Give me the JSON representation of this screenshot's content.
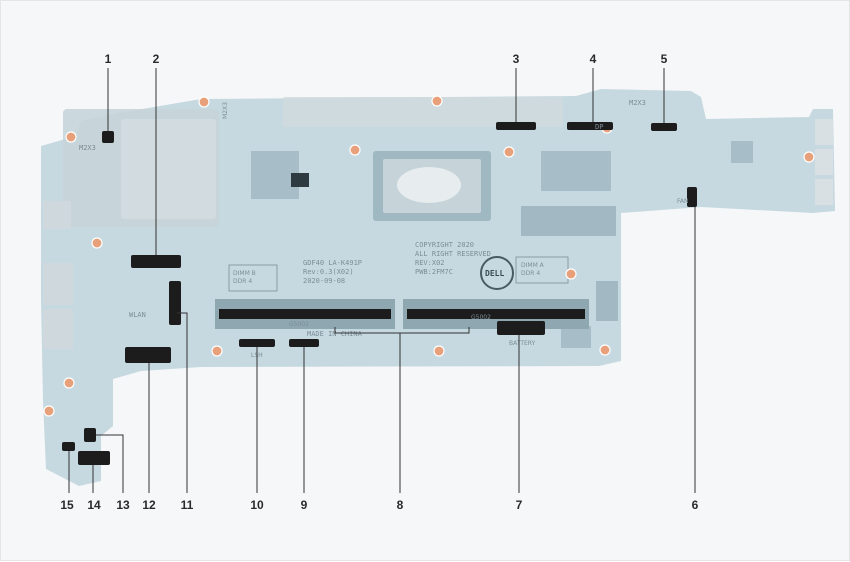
{
  "callouts": [
    {
      "id": 1,
      "label": "1"
    },
    {
      "id": 2,
      "label": "2"
    },
    {
      "id": 3,
      "label": "3"
    },
    {
      "id": 4,
      "label": "4"
    },
    {
      "id": 5,
      "label": "5"
    },
    {
      "id": 6,
      "label": "6"
    },
    {
      "id": 7,
      "label": "7"
    },
    {
      "id": 8,
      "label": "8"
    },
    {
      "id": 9,
      "label": "9"
    },
    {
      "id": 10,
      "label": "10"
    },
    {
      "id": 11,
      "label": "11"
    },
    {
      "id": 12,
      "label": "12"
    },
    {
      "id": 13,
      "label": "13"
    },
    {
      "id": 14,
      "label": "14"
    },
    {
      "id": 15,
      "label": "15"
    }
  ],
  "board": {
    "model_line1": "GDF40 LA-K491P",
    "model_line2": "Rev:0.3(X02)",
    "model_line3": "2020-09-08",
    "made_in": "MADE IN CHINA",
    "copyright_line1": "COPYRIGHT 2020",
    "copyright_line2": "ALL RIGHT RESERVED",
    "copyright_line3": "REV:X02",
    "copyright_line4": "PWB:2FM7C",
    "screw_left": "M2X3",
    "screw_right": "M2X3",
    "screw_top": "M2X3",
    "dimm_b_line1": "DIMM B",
    "dimm_b_line2": "DDR 4",
    "dimm_a_line1": "DIMM A",
    "dimm_a_line2": "DDR 4",
    "wlan": "WLAN",
    "dp": "DP",
    "logo": "DELL",
    "fan": "FAN",
    "lsh": "LSH",
    "battery": "BATTERY",
    "slot_b_code": "G5002",
    "slot_a_code": "G5002"
  },
  "colors": {
    "board": "#b9d1da",
    "board_dark": "#9fb8c2",
    "connector": "#1c1c1c",
    "leader": "#333333",
    "heatsink": "#a3b4bb"
  }
}
